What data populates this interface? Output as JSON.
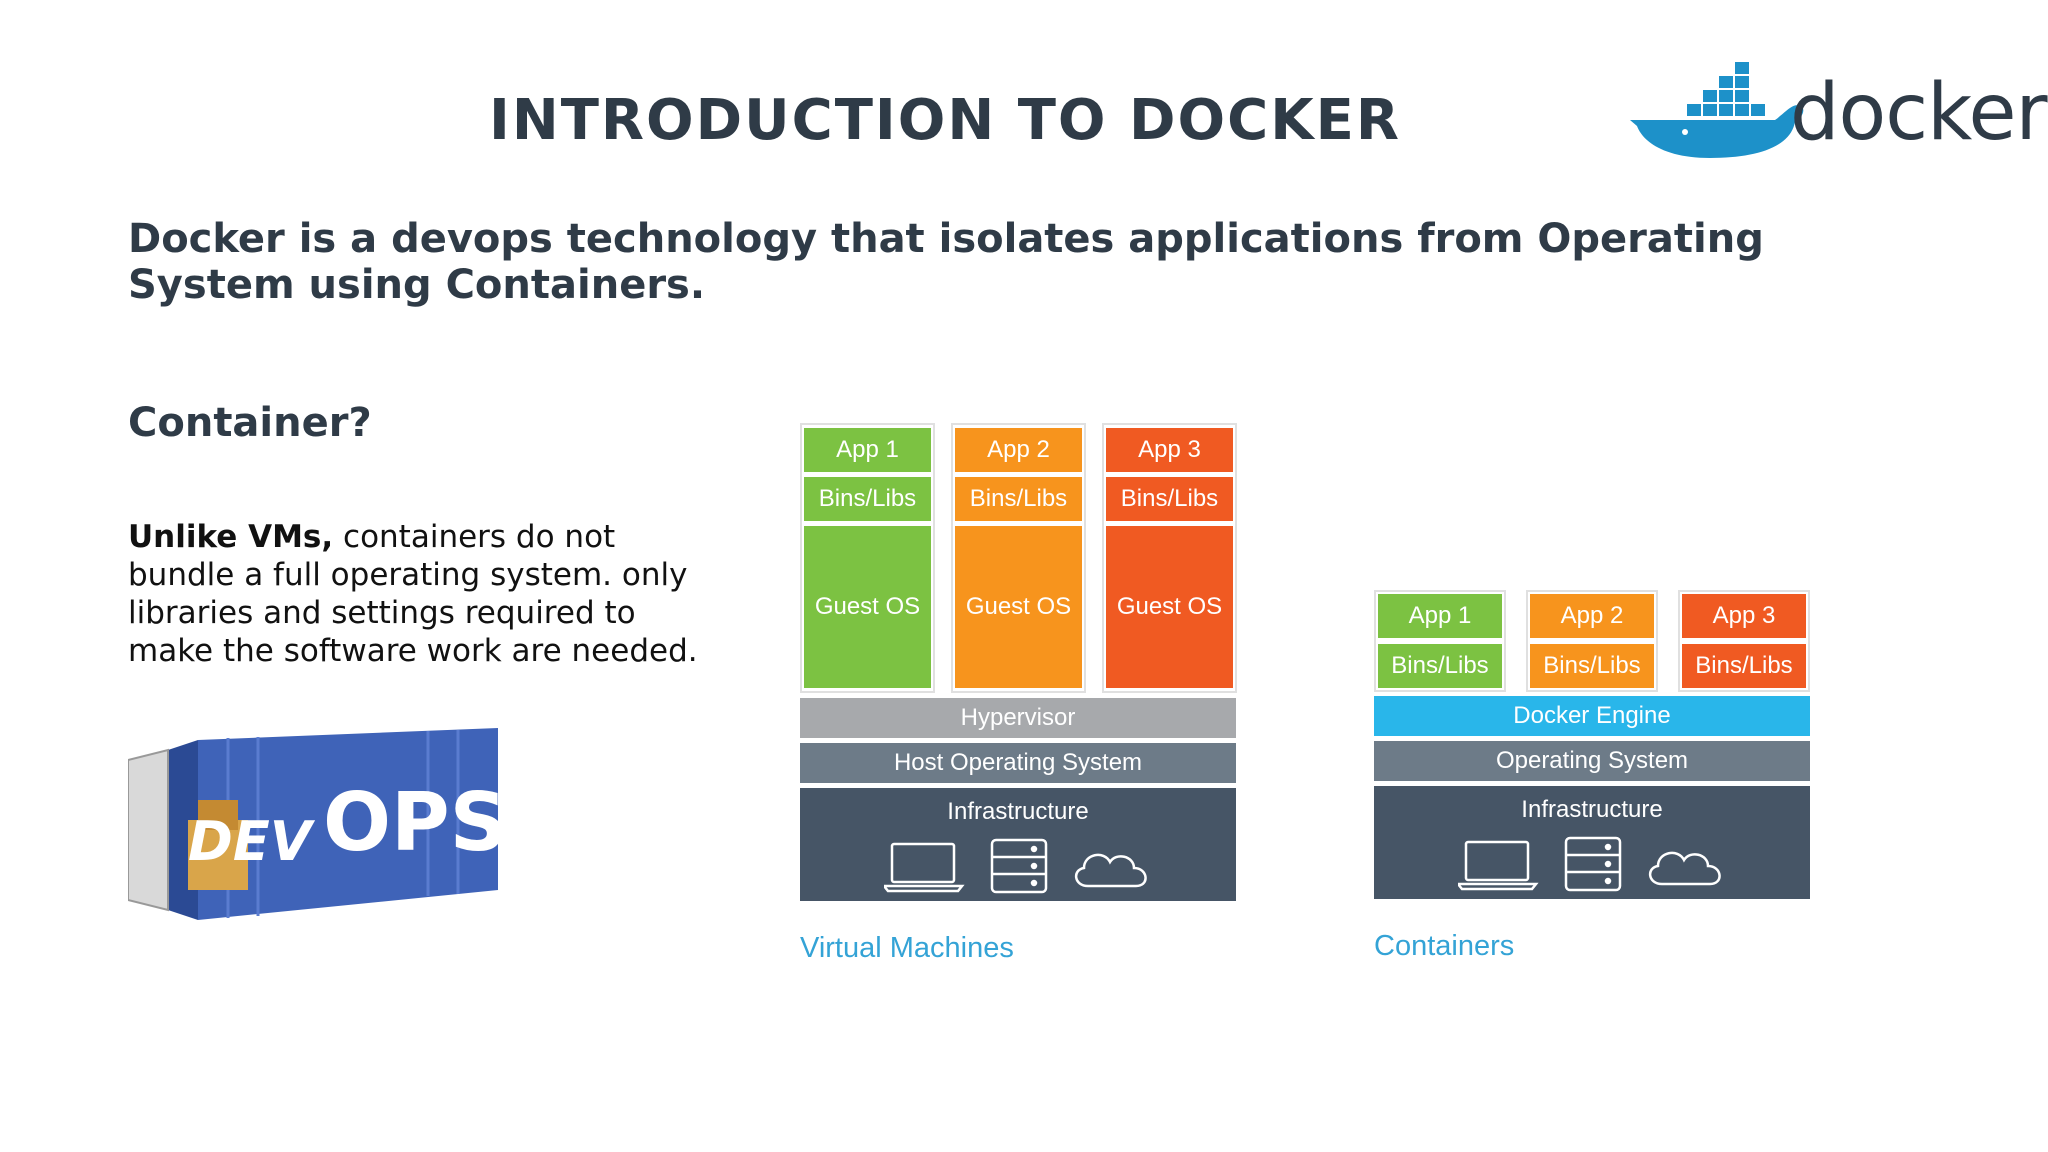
{
  "title": "INTRODUCTION TO DOCKER",
  "logo": {
    "text": "docker",
    "whale_color": "#1d91c9"
  },
  "intro": "Docker is a devops technology that isolates applications from Operating System using Containers.",
  "question": "Container?",
  "paragraph": {
    "bold": "Unlike VMs,",
    "rest": " containers do not bundle a full operating system. only libraries and settings required to make the software work are needed."
  },
  "container_image": {
    "left_text": "DEV",
    "right_text": "OPS"
  },
  "vm": {
    "apps": [
      {
        "app": "App 1",
        "bins": "Bins/Libs",
        "os": "Guest OS",
        "color": "#7cc242"
      },
      {
        "app": "App 2",
        "bins": "Bins/Libs",
        "os": "Guest OS",
        "color": "#f7941d"
      },
      {
        "app": "App 3",
        "bins": "Bins/Libs",
        "os": "Guest OS",
        "color": "#f05a22"
      }
    ],
    "hypervisor": "Hypervisor",
    "host_os": "Host Operating System",
    "infrastructure": "Infrastructure",
    "caption": "Virtual Machines"
  },
  "containers": {
    "apps": [
      {
        "app": "App 1",
        "bins": "Bins/Libs",
        "color": "#7cc242"
      },
      {
        "app": "App 2",
        "bins": "Bins/Libs",
        "color": "#f7941d"
      },
      {
        "app": "App 3",
        "bins": "Bins/Libs",
        "color": "#f05a22"
      }
    ],
    "engine": "Docker Engine",
    "os": "Operating System",
    "infrastructure": "Infrastructure",
    "caption": "Containers"
  },
  "colors": {
    "hypervisor": "#a7a9ac",
    "host_os": "#6d7b88",
    "infra": "#465566",
    "engine": "#29b6ea",
    "caption": "#34a3d6"
  },
  "icons": [
    "laptop-icon",
    "server-icon",
    "cloud-icon"
  ]
}
